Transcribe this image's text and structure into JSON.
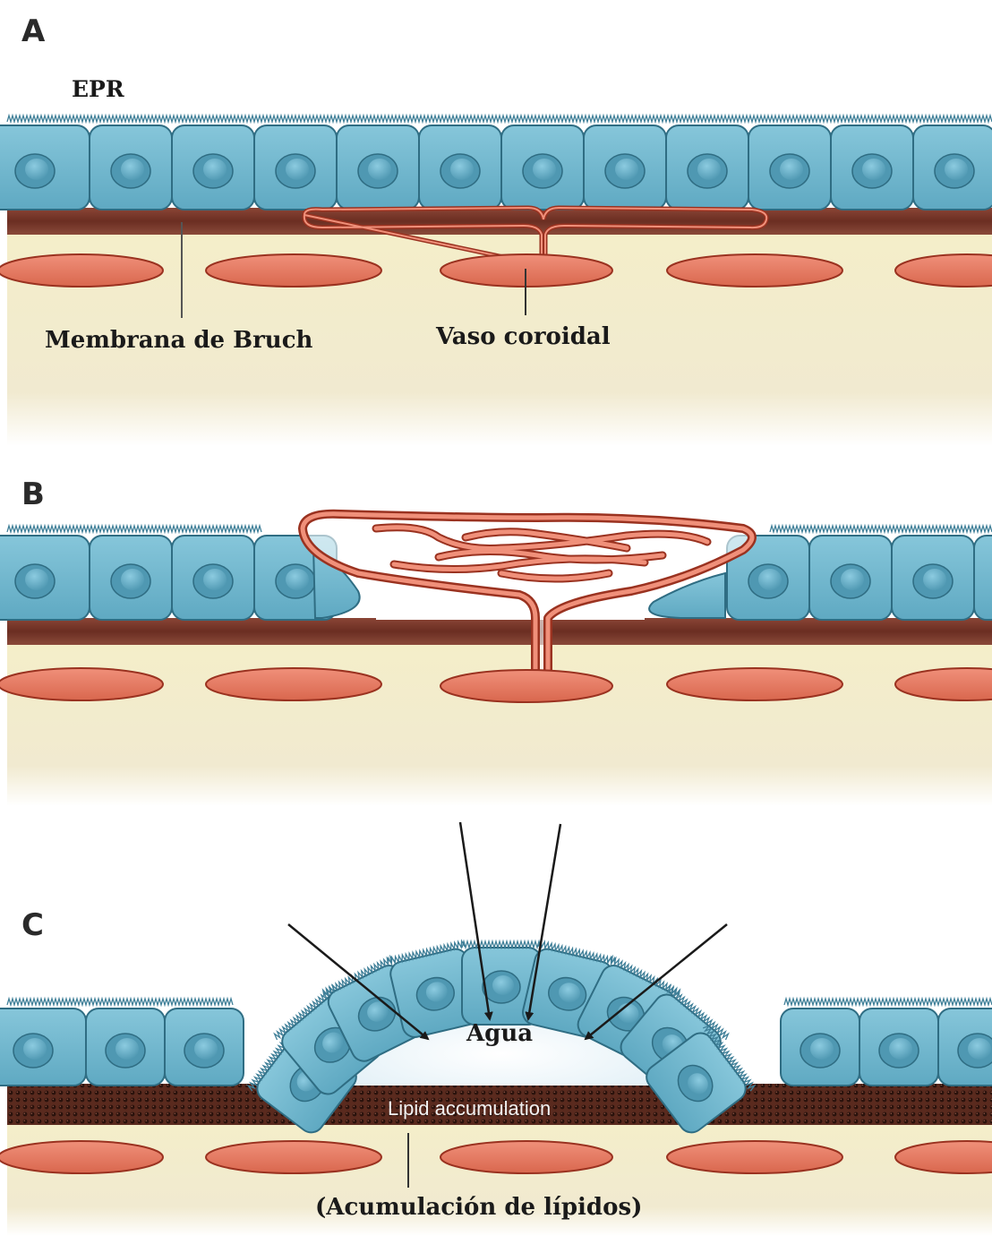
{
  "panels": [
    {
      "letter": "A",
      "epr_label": "EPR",
      "bruch_label": "Membrana de Bruch",
      "vessel_label": "Vaso coroidal"
    },
    {
      "letter": "B"
    },
    {
      "letter": "C",
      "water_label": "Agua",
      "lipid_label_en": "Lipid accumulation",
      "lipid_label_es": "(Acumulación de lípidos)"
    }
  ],
  "colors": {
    "cell_fill": "#6fb8cf",
    "cell_stroke": "#2f6d83",
    "nucleus": "#5aa7c0",
    "bruch": "#6b2e22",
    "choroid": "#f4eec9",
    "vessel": "#e07a62",
    "vessel_stroke": "#9a3220",
    "fluid": "#e6f2f8",
    "arrow": "#1a1a1a"
  }
}
